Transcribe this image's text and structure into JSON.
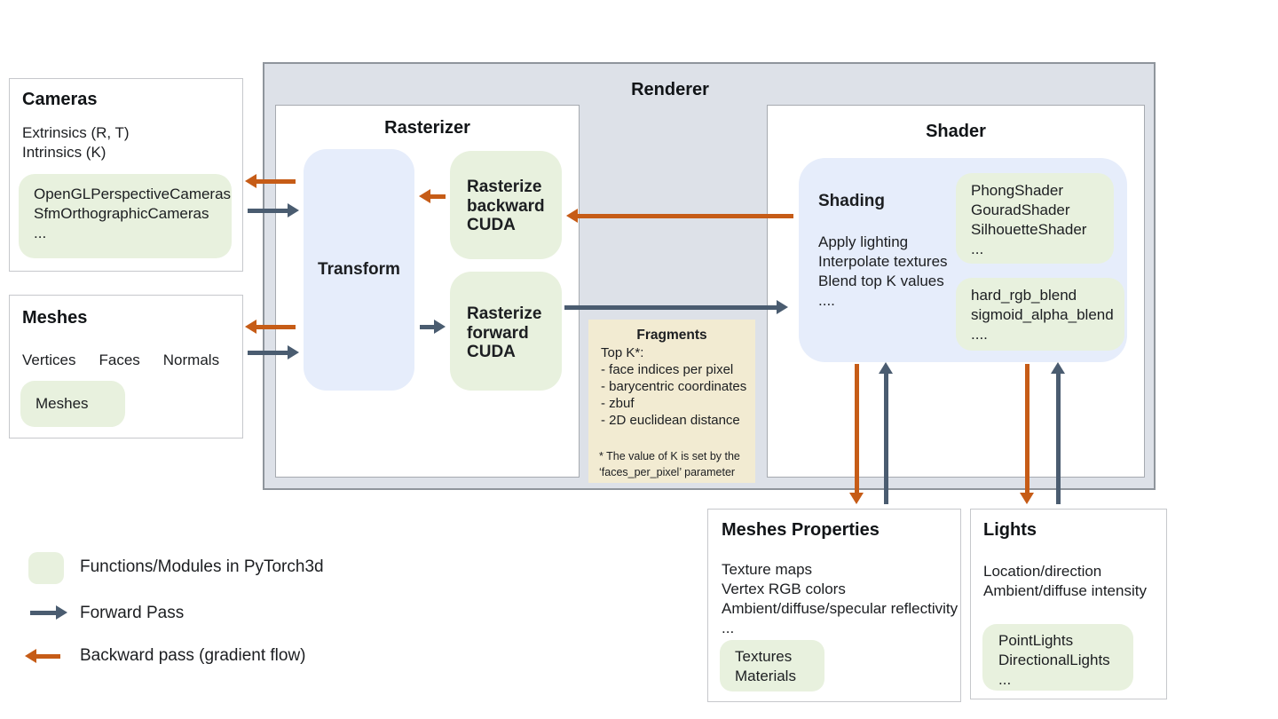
{
  "diagram": {
    "renderer": {
      "title": "Renderer"
    },
    "rasterizer": {
      "title": "Rasterizer",
      "transform_label": "Transform",
      "rasterize_backward": {
        "line1": "Rasterize",
        "line2": "backward",
        "line3": "CUDA"
      },
      "rasterize_forward": {
        "line1": "Rasterize",
        "line2": "forward",
        "line3": "CUDA"
      }
    },
    "shader": {
      "title": "Shader",
      "shading": {
        "title": "Shading",
        "lines": [
          "Apply lighting",
          "Interpolate textures",
          "Blend top K values",
          "...."
        ]
      },
      "shader_modules": [
        "PhongShader",
        "GouradShader",
        "SilhouetteShader",
        "..."
      ],
      "blend_modules": [
        "hard_rgb_blend",
        "sigmoid_alpha_blend",
        "...."
      ]
    },
    "fragments": {
      "title": "Fragments",
      "lines": [
        "Top K*:",
        "- face indices per pixel",
        "- barycentric coordinates",
        "- zbuf",
        "- 2D euclidean distance"
      ],
      "footnote_line1": "* The value of K is set by the",
      "footnote_line2": "‘faces_per_pixel’ parameter"
    },
    "cameras": {
      "title": "Cameras",
      "lines": [
        "Extrinsics (R, T)",
        "Intrinsics (K)"
      ],
      "modules": [
        "OpenGLPerspectiveCameras",
        "SfmOrthographicCameras",
        "..."
      ]
    },
    "meshes": {
      "title": "Meshes",
      "columns": [
        "Vertices",
        "Faces",
        "Normals"
      ],
      "modules": [
        "Meshes"
      ]
    },
    "meshes_properties": {
      "title": "Meshes Properties",
      "lines": [
        "Texture maps",
        "Vertex RGB colors",
        "Ambient/diffuse/specular reflectivity",
        "..."
      ],
      "modules": [
        "Textures",
        "Materials"
      ]
    },
    "lights": {
      "title": "Lights",
      "lines": [
        "Location/direction",
        "Ambient/diffuse intensity"
      ],
      "modules": [
        "PointLights",
        "DirectionalLights",
        "..."
      ]
    }
  },
  "legend": {
    "functions_label": "Functions/Modules in PyTorch3d",
    "forward_label": "Forward Pass",
    "backward_label": "Backward pass (gradient flow)"
  },
  "colors": {
    "module_green": "#e8f1de",
    "panel_blue": "#e6edfb",
    "fragments_beige": "#f2ebd2",
    "renderer_background": "#dde1e8",
    "forward_arrow": "#4a5c70",
    "backward_arrow": "#c65c17"
  }
}
